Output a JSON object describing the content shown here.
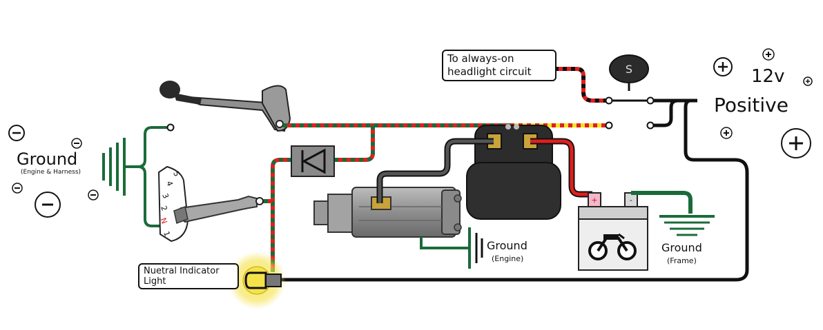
{
  "labels": {
    "ground_left": "Ground",
    "ground_left_sub": "(Engine & Harness)",
    "ground_engine": "Ground",
    "ground_engine_sub": "(Engine)",
    "ground_frame": "Ground",
    "ground_frame_sub": "(Frame)",
    "positive_12v": "12v",
    "positive_word": "Positive",
    "headlight_line1": "To always-on",
    "headlight_line2": "headlight circuit",
    "neutral_line1": "Nuetral Indicator",
    "neutral_line2": "Light",
    "switch_letter": "S",
    "battery_plus": "+",
    "battery_minus": "-"
  },
  "gear_positions": [
    "5",
    "4",
    "3",
    "2",
    "N",
    "1"
  ],
  "colors": {
    "ground_wire": "#1a6b3a",
    "positive_wire": "#e0201c",
    "black_wire": "#111111",
    "grey_wire": "#555555",
    "yellow_stripe": "#f2e31c",
    "neutral_glow": "#f4e24a"
  },
  "icons": [
    "minus-sign-icon",
    "plus-sign-icon",
    "diode-icon",
    "motorcycle-icon",
    "starter-solenoid-icon",
    "starter-motor-icon",
    "battery-icon",
    "clutch-lever-icon",
    "shift-lever-icon",
    "start-button-icon"
  ]
}
